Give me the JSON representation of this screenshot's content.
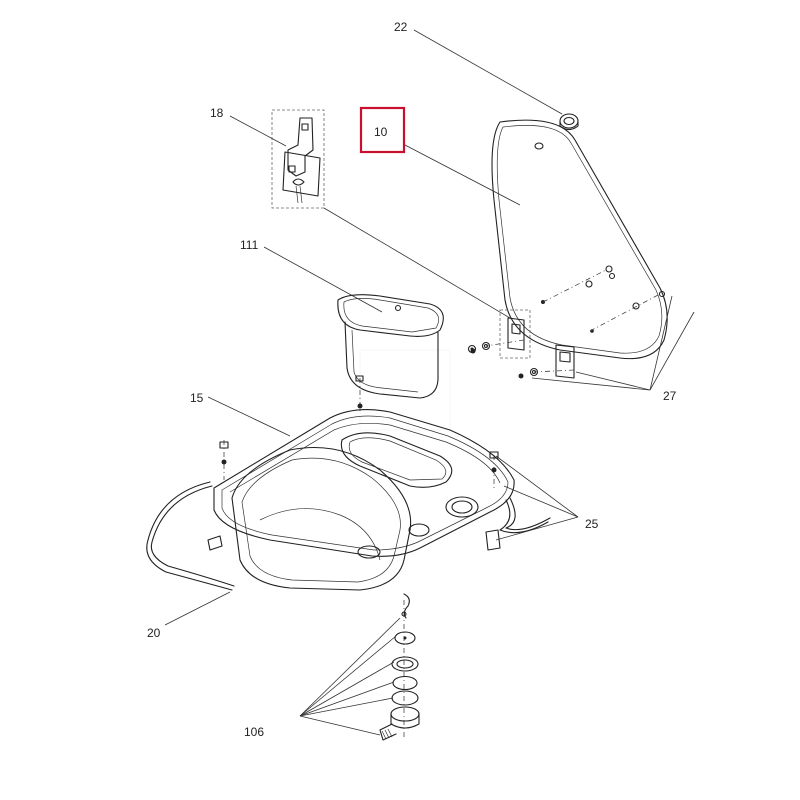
{
  "diagram": {
    "callouts": {
      "c22": "22",
      "c18": "18",
      "c10": "10",
      "c111": "111",
      "c15": "15",
      "c27": "27",
      "c25": "25",
      "c20": "20",
      "c106": "106"
    },
    "highlight_color": "#c8102e",
    "line_color": "#222222"
  }
}
